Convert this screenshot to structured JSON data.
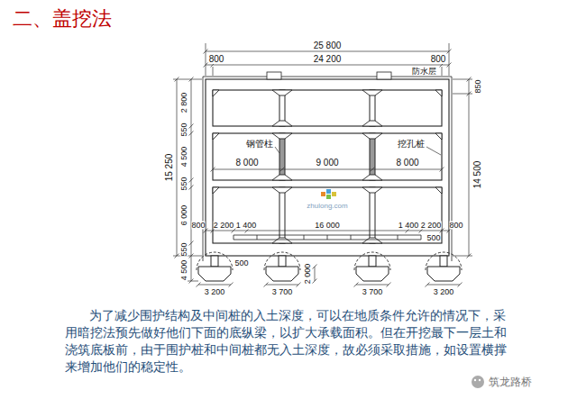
{
  "diagram": {
    "title": "二、盖挖法",
    "caption": "为了减少围护结构及中间桩的入土深度，可以在地质条件允许的情况下，采用暗挖法预先做好他们下面的底纵梁，以扩大承载面积。但在开挖最下一层土和浇筑底板前，由于围护桩和中间桩都无入土深度，故必须采取措施，如设置横撑来增加他们的稳定性。",
    "labels": [
      "25 800",
      "800",
      "24 200",
      "800",
      "防水层",
      "15 250",
      "2 800",
      "550",
      "4 500",
      "550",
      "6 000",
      "550",
      "850",
      "14 500",
      "钢管柱",
      "8 000",
      "9 000",
      "8 000",
      "挖孔桩",
      "800",
      "2 200",
      "1 400",
      "16 000",
      "1 400",
      "2 200",
      "800",
      "500",
      "500",
      "4 500",
      "2 000",
      "3 200",
      "3 700",
      "3 700",
      "3 200",
      "zhulong.com",
      "筑龙路桥"
    ]
  }
}
